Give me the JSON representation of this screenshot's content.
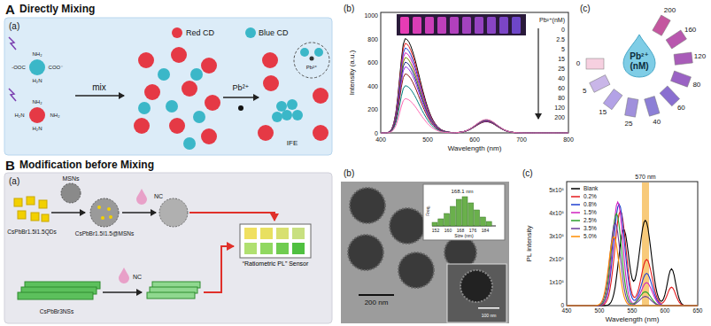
{
  "diagram": {
    "nodes": [
      {
        "text": [
          "Pb²⁺ (nM)"
        ]
      },
      {
        "text": [
          "“Ratiometric PL” Sensor"
        ]
      }
    ],
    "labels": [
      "A",
      "Directly Mixing",
      "(a)",
      "Red CD",
      "Blue CD",
      "NH₂",
      "-OOC",
      "COO⁻",
      "H₂N",
      "NH₂",
      "H₂N",
      "NH₂",
      "H₂N",
      "mix",
      "Pb²⁺",
      "Pb²⁺",
      "IFE",
      "(b)",
      "Pb²⁺(nM)",
      "0",
      "2.5",
      "5",
      "15",
      "25",
      "40",
      "60",
      "80",
      "120",
      "200",
      "Intensity (a.u.)",
      "0",
      "200",
      "400",
      "600",
      "800",
      "1000",
      "400",
      "500",
      "600",
      "700",
      "800",
      "Wavelength (nm)",
      "(c)",
      "0",
      "5",
      "15",
      "25",
      "40",
      "60",
      "80",
      "120",
      "160",
      "200",
      "B",
      "Modification before Mixing",
      "(a)",
      "CsPbBr1.5I1.5QDs",
      "MSNs",
      "CsPbBr1.5I1.5@MSNs",
      "NC",
      "NC",
      "CsPbBr3NSs",
      "(b)",
      "200 nm",
      "168.1 nm",
      "Size (nm)",
      "Freq.",
      "152",
      "160",
      "168",
      "176",
      "184",
      "100 nm",
      "(c)",
      "570 nm",
      "PL intensity",
      "0",
      "1x10⁵",
      "2x10⁵",
      "3x10⁵",
      "4x10⁵",
      "5x10⁵",
      "450",
      "500",
      "550",
      "600",
      "650",
      "Wavelength (nm)"
    ],
    "legend": [
      {
        "text": "Blank"
      },
      {
        "text": "0.2%"
      },
      {
        "text": "0.8%"
      },
      {
        "text": "1.5%"
      },
      {
        "text": "2.5%"
      },
      {
        "text": "3.5%"
      },
      {
        "text": "5.0%"
      }
    ]
  }
}
